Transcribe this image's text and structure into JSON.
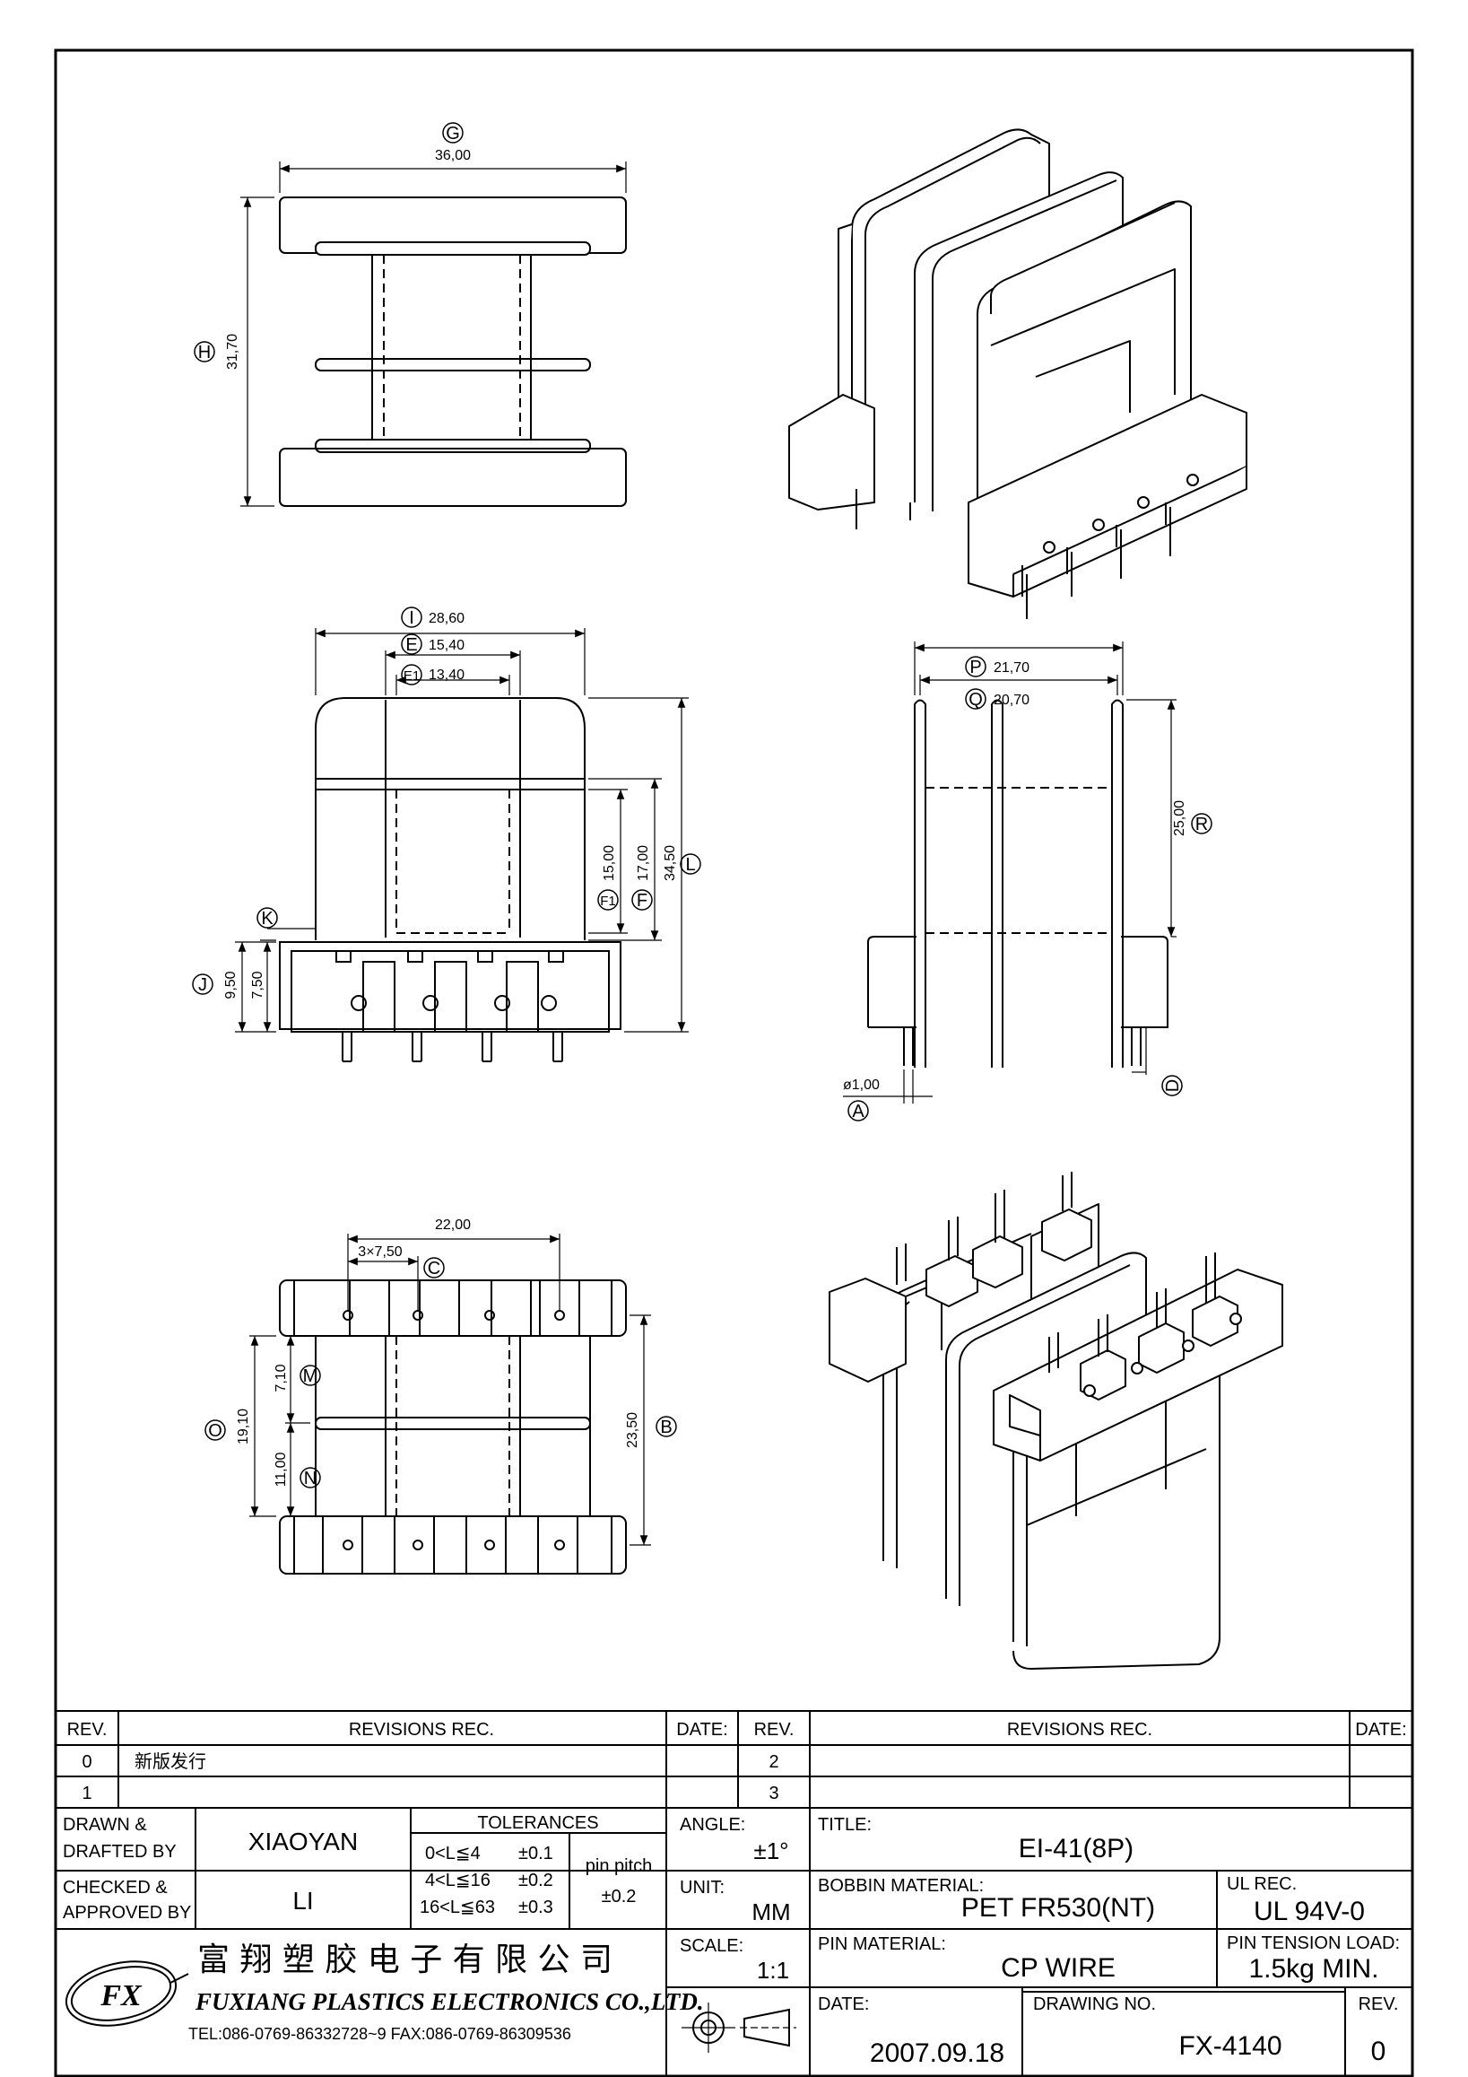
{
  "views": {
    "top": {
      "dim_width": {
        "bubble": "G",
        "value": "36,00"
      },
      "dim_height": {
        "bubble": "H",
        "value": "31,70"
      }
    },
    "front": {
      "dim_I": {
        "bubble": "I",
        "value": "28,60"
      },
      "dim_E": {
        "bubble": "E",
        "value": "15,40"
      },
      "dim_E1": {
        "bubble": "E1",
        "value": "13,40"
      },
      "dim_F1": {
        "bubble": "F1",
        "value": "15,00"
      },
      "dim_F": {
        "bubble": "F",
        "value": "17,00"
      },
      "dim_L": {
        "bubble": "L",
        "value": "34,50"
      },
      "dim_K": {
        "bubble": "K",
        "value": "7,50"
      },
      "dim_J": {
        "bubble": "J",
        "value": "9,50"
      }
    },
    "side": {
      "dim_P": {
        "bubble": "P",
        "value": "21,70"
      },
      "dim_Q": {
        "bubble": "Q",
        "value": "20,70"
      },
      "dim_R": {
        "bubble": "R",
        "value": "25,00"
      },
      "dim_A": {
        "bubble": "A",
        "value": "ø1,00"
      },
      "dim_D": {
        "bubble": "D"
      }
    },
    "bottom": {
      "dim_span": {
        "value": "22,00"
      },
      "dim_C": {
        "bubble": "C",
        "value": "3×7,50"
      },
      "dim_O": {
        "bubble": "O",
        "value": "19,10"
      },
      "dim_M": {
        "bubble": "M",
        "value": "7,10"
      },
      "dim_N": {
        "bubble": "N",
        "value": "11,00"
      },
      "dim_B": {
        "bubble": "B",
        "value": "23,50"
      }
    }
  },
  "revisions": {
    "col_rev": "REV.",
    "col_records": "REVISIONS   REC.",
    "col_date": "DATE:",
    "rows_left": [
      {
        "rev": "0",
        "record": "新版发行",
        "date": ""
      },
      {
        "rev": "1",
        "record": "",
        "date": ""
      }
    ],
    "rows_right": [
      {
        "rev": "2",
        "record": "",
        "date": ""
      },
      {
        "rev": "3",
        "record": "",
        "date": ""
      }
    ]
  },
  "title_block": {
    "drawn_label_1": "DRAWN &",
    "drawn_label_2": "DRAFTED BY",
    "drawn_value": "XIAOYAN",
    "checked_label_1": "CHECKED &",
    "checked_label_2": "APPROVED BY",
    "checked_value": "LI",
    "tolerances_label": "TOLERANCES",
    "tolerance_rows": [
      {
        "range": "0<L≦4",
        "value": "±0.1"
      },
      {
        "range": "4<L≦16",
        "value": "±0.2"
      },
      {
        "range": "16<L≦63",
        "value": "±0.3"
      }
    ],
    "pin_pitch_label": "pin pitch",
    "pin_pitch_value": "±0.2",
    "angle_label": "ANGLE:",
    "angle_value": "±1°",
    "unit_label": "UNIT:",
    "unit_value": "MM",
    "scale_label": "SCALE:",
    "scale_value": "1:1",
    "title_label": "TITLE:",
    "title_value": "EI-41(8P)",
    "bobbin_label": "BOBBIN MATERIAL:",
    "bobbin_value": "PET FR530(NT)",
    "ul_label": "UL REC.",
    "ul_value": "UL 94V-0",
    "pin_material_label": "PIN MATERIAL:",
    "pin_material_value": "CP WIRE",
    "pin_tension_label": "PIN TENSION LOAD:",
    "pin_tension_value": "1.5kg MIN.",
    "date_label": "DATE:",
    "date_value": "2007.09.18",
    "drawing_no_label": "DRAWING NO.",
    "drawing_no_value": "FX-4140",
    "rev_label": "REV.",
    "rev_value": "0",
    "company_cn": "富 翔 塑 胶 电 子 有 限 公 司",
    "company_en": "FUXIANG PLASTICS ELECTRONICS CO.,LTD.",
    "company_contact": "TEL:086-0769-86332728~9  FAX:086-0769-86309536",
    "logo_text": "FX"
  }
}
